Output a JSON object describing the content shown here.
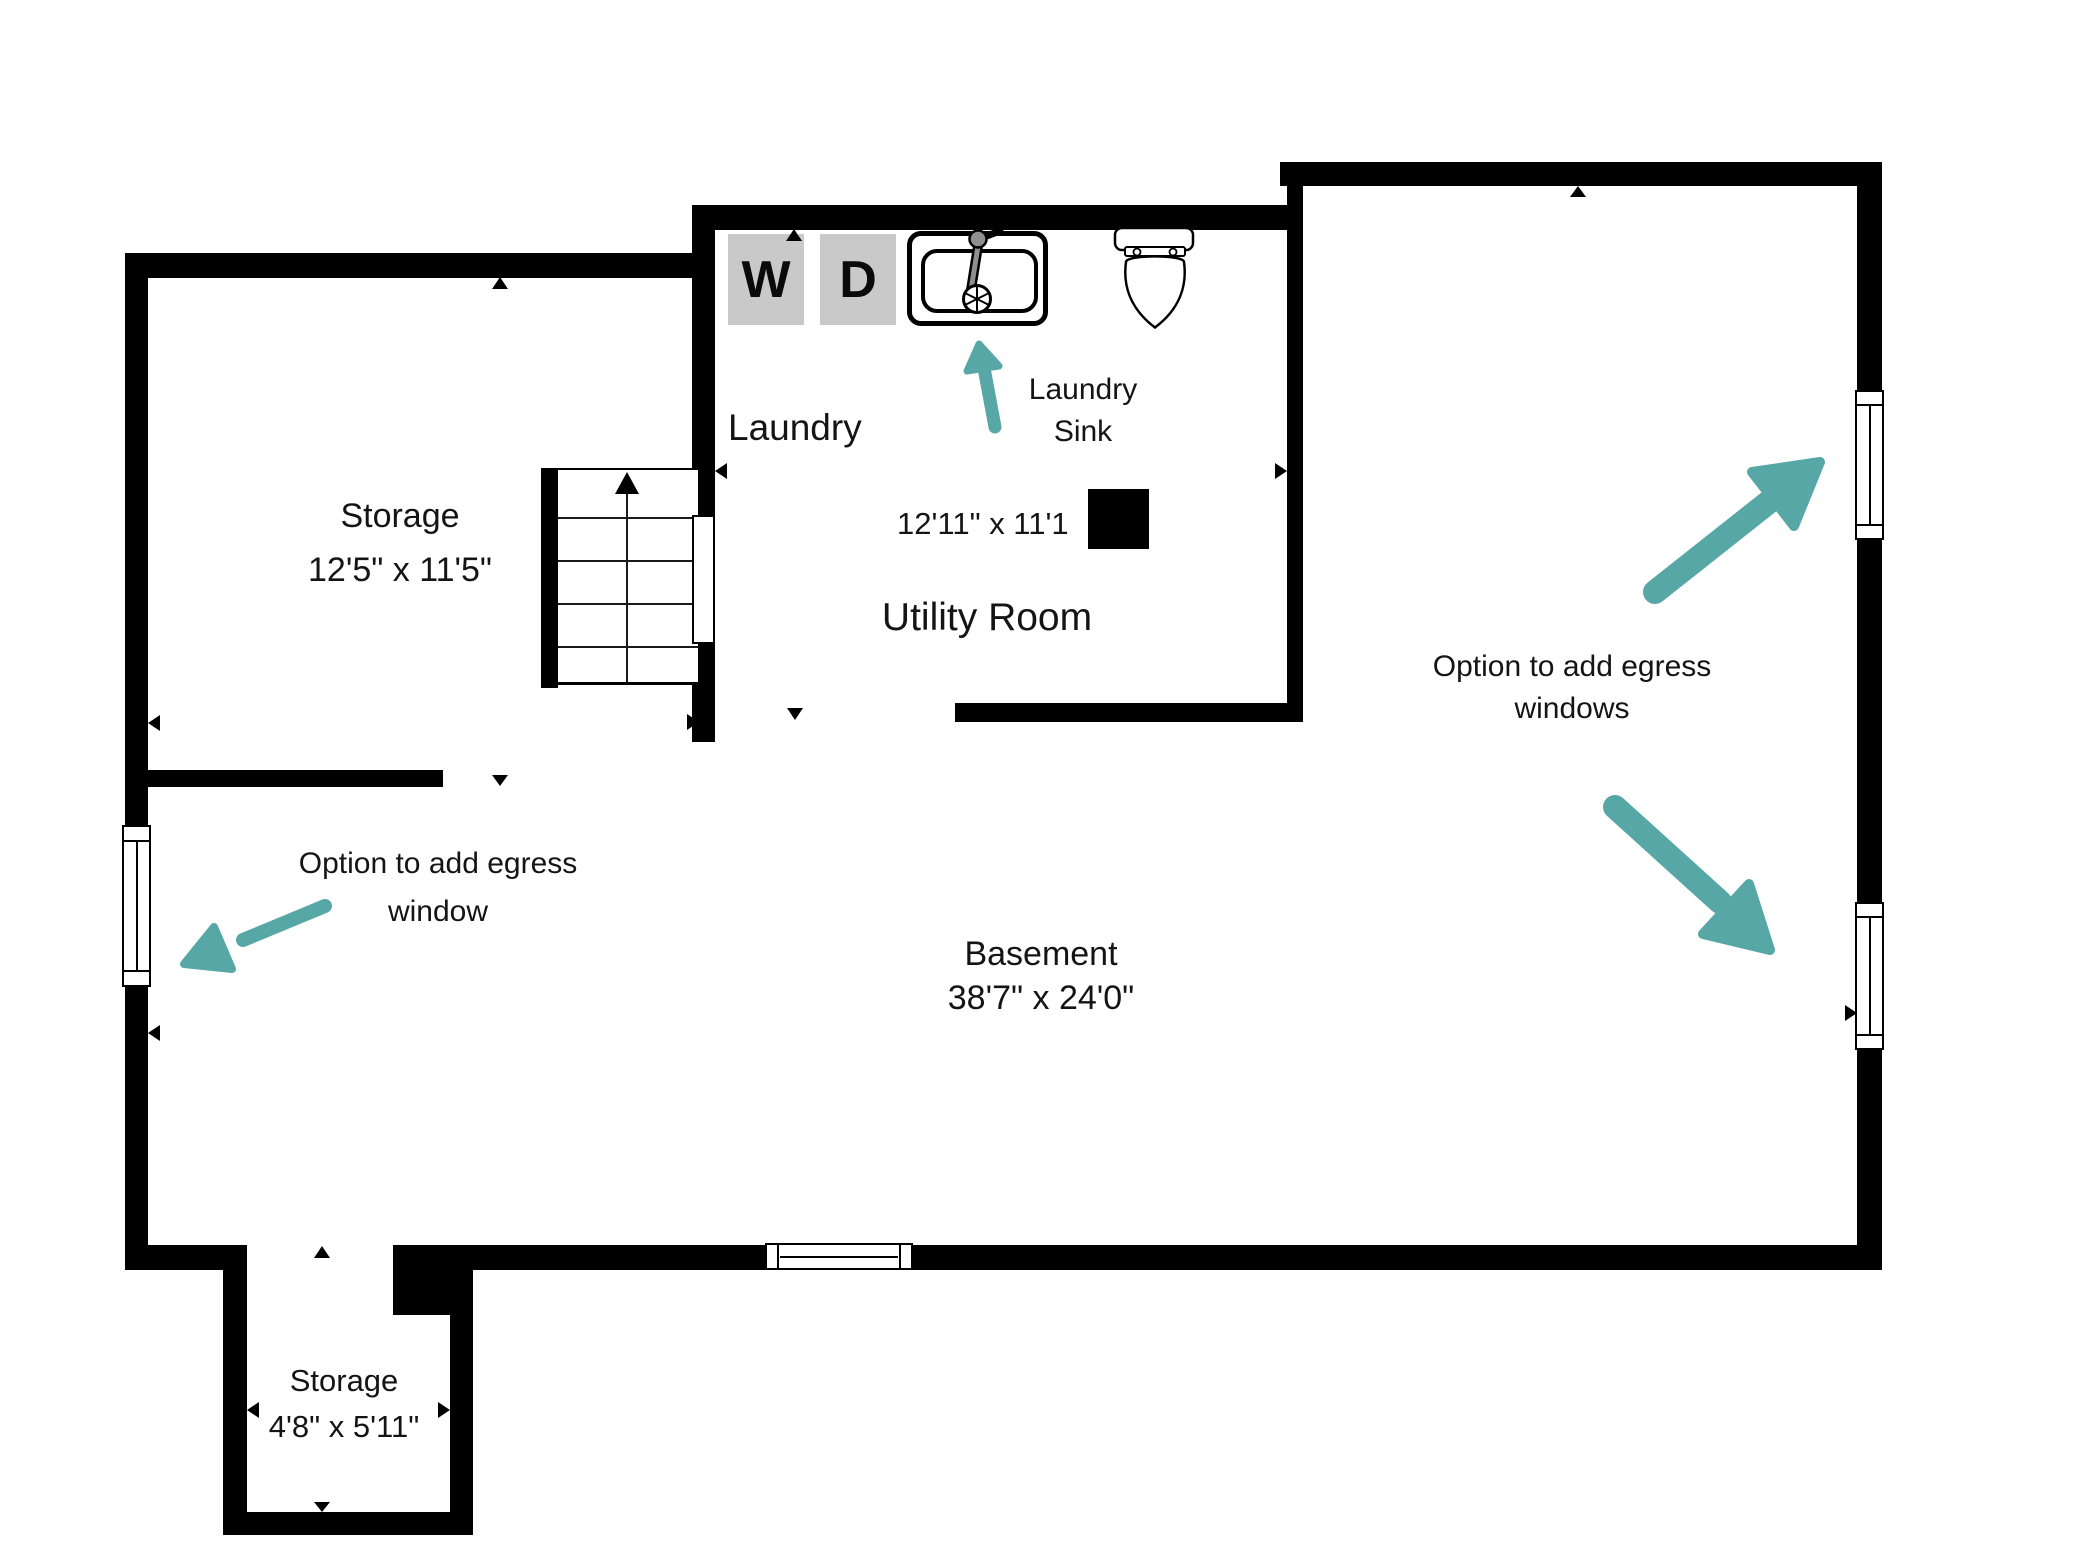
{
  "colors": {
    "accent_teal": "#58A7A7",
    "wall": "#000000",
    "appliance_bg": "#C9C9C9"
  },
  "rooms": {
    "storage_upper": {
      "name": "Storage",
      "dims": "12'5\" x 11'5\""
    },
    "laundry": {
      "name": "Laundry"
    },
    "utility": {
      "name": "Utility Room",
      "dims": "12'11\" x 11'1"
    },
    "basement": {
      "name": "Basement",
      "dims": "38'7\" x 24'0\""
    },
    "storage_lower": {
      "name": "Storage",
      "dims": "4'8\" x 5'11\""
    }
  },
  "appliances": {
    "washer_label": "W",
    "dryer_label": "D"
  },
  "callouts": {
    "laundry_sink": {
      "line1": "Laundry",
      "line2": "Sink"
    },
    "egress_right": {
      "line1": "Option to add egress",
      "line2": "windows"
    },
    "egress_left": {
      "line1": "Option to add egress",
      "line2": "window"
    }
  }
}
